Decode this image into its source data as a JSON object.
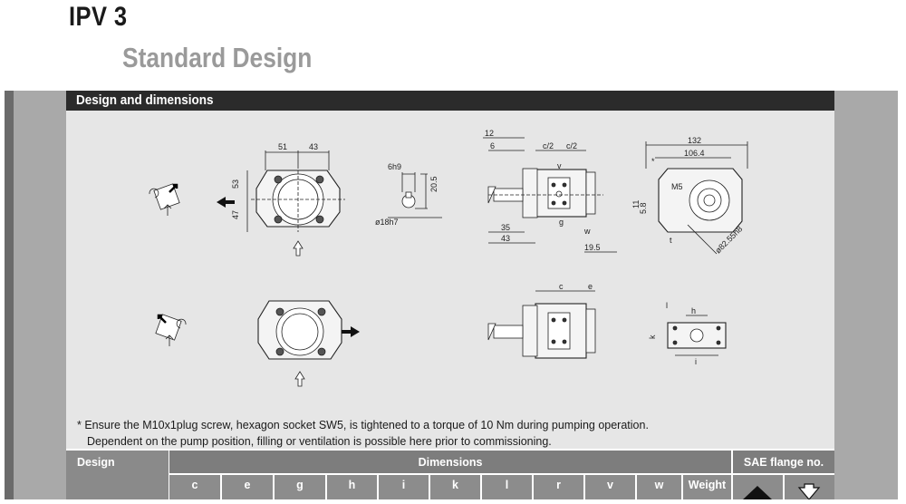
{
  "title": "IPV 3",
  "subtitle": "Standard Design",
  "panel": {
    "header": "Design and dimensions"
  },
  "dimensions": {
    "top_front": [
      "51",
      "43",
      "53",
      "47"
    ],
    "shaft": [
      "6h9",
      "20.5",
      "ø18h7"
    ],
    "side_top": [
      "12",
      "6",
      "c/2",
      "c/2",
      "*",
      "v"
    ],
    "side_bottom": [
      "35",
      "43",
      "g",
      "19.5",
      "w",
      "5.8"
    ],
    "rear": [
      "132",
      "106.4",
      "M5",
      "11",
      "t",
      "ø82.55h8"
    ],
    "side2": [
      "c",
      "e"
    ],
    "flange": [
      "l",
      "h",
      "k",
      "i"
    ]
  },
  "note": {
    "line1": "*  Ensure the M10x1plug screw, hexagon socket SW5, is tightened to a torque of 10 Nm during pumping operation.",
    "line2": "Dependent on the pump position, filling or ventilation is possible here prior to commissioning."
  },
  "table": {
    "design_header": "Design",
    "dimensions_header": "Dimensions",
    "sae_header": "SAE flange no.",
    "columns": [
      "c",
      "e",
      "g",
      "h",
      "i",
      "k",
      "l",
      "r",
      "v",
      "w",
      "Weight"
    ]
  },
  "colors": {
    "header_bg": "#2b2b2b",
    "panel_bg": "#e6e6e6",
    "strip": "#a9a9a9",
    "table_header": "#7d7d7d"
  }
}
